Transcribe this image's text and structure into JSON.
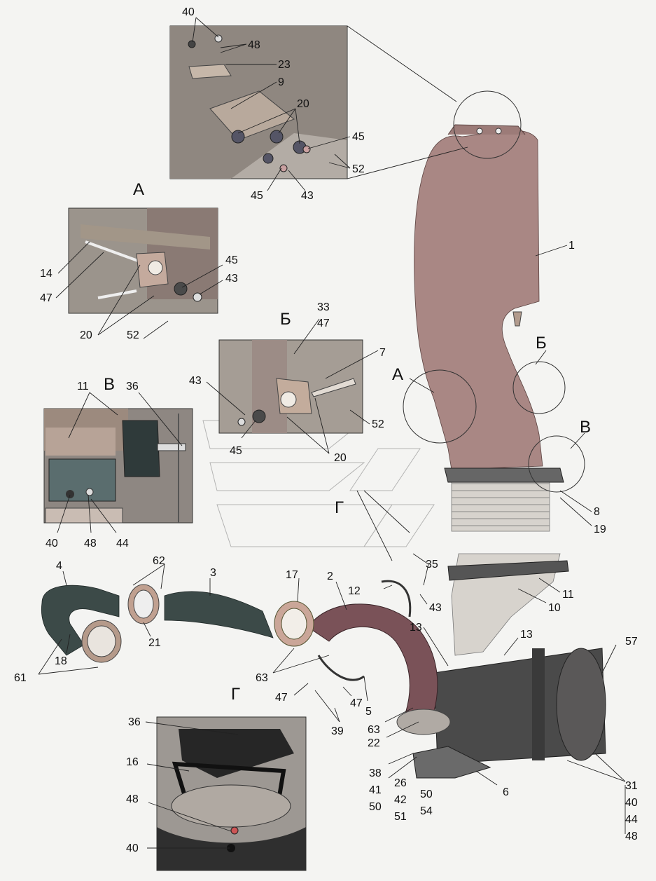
{
  "diagram": {
    "views": [
      "А",
      "Б",
      "В",
      "Г"
    ],
    "inset_top": {
      "labels": [
        "40",
        "48",
        "23",
        "9",
        "20",
        "45",
        "52",
        "45",
        "43"
      ]
    },
    "inset_A": {
      "title": "А",
      "labels": [
        "14",
        "47",
        "20",
        "52",
        "45",
        "43"
      ]
    },
    "inset_B": {
      "title": "Б",
      "labels": [
        "33",
        "47",
        "7",
        "43",
        "45",
        "20",
        "52"
      ]
    },
    "inset_V": {
      "title": "В",
      "labels": [
        "11",
        "36",
        "40",
        "48",
        "44"
      ]
    },
    "inset_G": {
      "title": "Г",
      "labels": [
        "36",
        "16",
        "48",
        "40"
      ]
    },
    "main_labels": {
      "p1": "1",
      "pB": "Б",
      "pA": "А",
      "pV": "В",
      "p8": "8",
      "p19": "19",
      "pG": "Г",
      "p35": "35",
      "p12": "12",
      "p43": "43",
      "p11": "11",
      "p10": "10",
      "p13a": "13",
      "p13b": "13",
      "p57": "57",
      "p4": "4",
      "p62": "62",
      "p3": "3",
      "p17": "17",
      "p2": "2",
      "p21": "21",
      "p18": "18",
      "p61": "61",
      "p63a": "63",
      "p47a": "47",
      "p47b": "47",
      "p5": "5",
      "p39": "39",
      "p63b": "63",
      "p22": "22",
      "p38": "38",
      "p41": "41",
      "p50a": "50",
      "p26": "26",
      "p42": "42",
      "p51": "51",
      "p50b": "50",
      "p54": "54",
      "p6": "6",
      "p31": "31",
      "p40": "40",
      "p44": "44",
      "p48": "48"
    }
  }
}
